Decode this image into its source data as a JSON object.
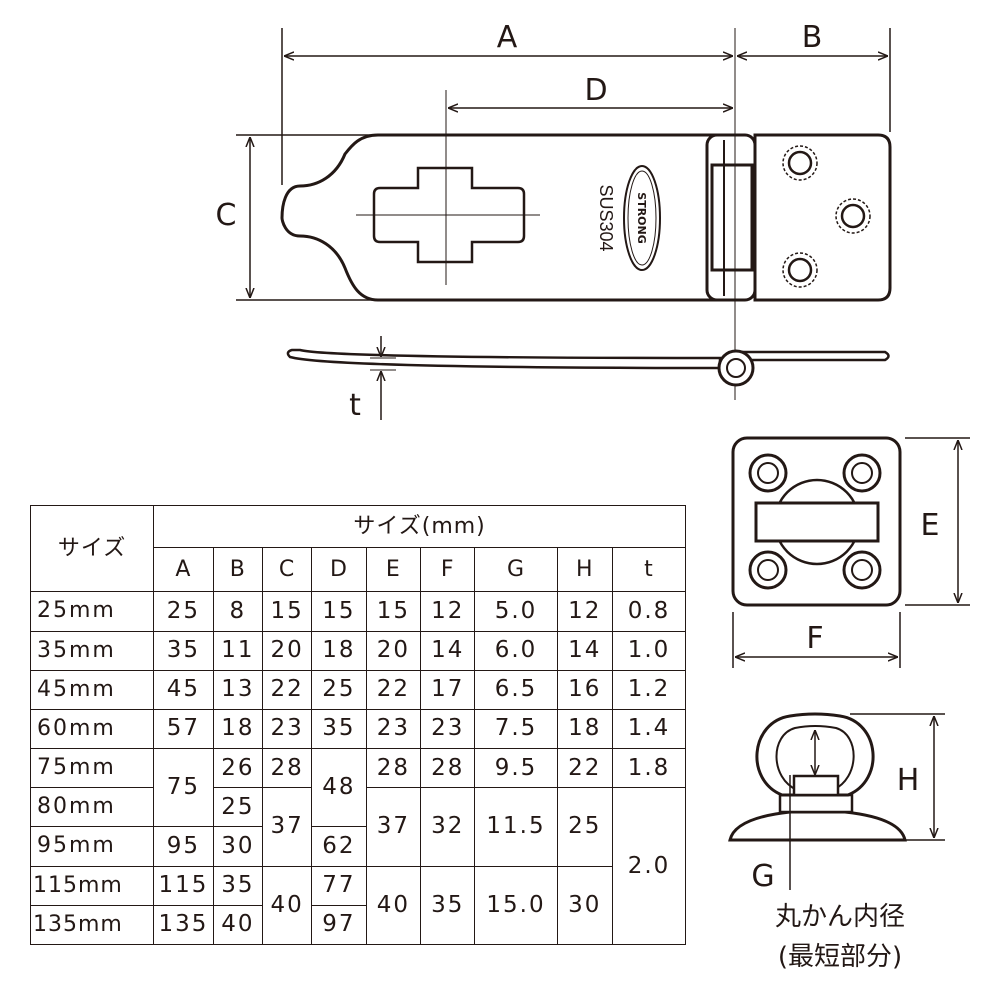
{
  "labels": {
    "A": "A",
    "B": "B",
    "C": "C",
    "D": "D",
    "E": "E",
    "F": "F",
    "G": "G",
    "H": "H",
    "t": "t"
  },
  "engraving": {
    "logo": "STRONG",
    "material": "SUS304"
  },
  "notes": {
    "line1": "丸かん内径",
    "line2": "(最短部分)"
  },
  "table": {
    "row_header": "サイズ",
    "group_header": "サイズ(mm)",
    "columns": [
      "A",
      "B",
      "C",
      "D",
      "E",
      "F",
      "G",
      "H",
      "t"
    ],
    "sizes": [
      "25mm",
      "35mm",
      "45mm",
      "60mm",
      "75mm",
      "80mm",
      "95mm",
      "115mm",
      "135mm"
    ],
    "r1": [
      "25",
      "8",
      "15",
      "15",
      "15",
      "12",
      "5.0",
      "12",
      "0.8"
    ],
    "r2": [
      "35",
      "11",
      "20",
      "18",
      "20",
      "14",
      "6.0",
      "14",
      "1.0"
    ],
    "r3": [
      "45",
      "13",
      "22",
      "25",
      "22",
      "17",
      "6.5",
      "16",
      "1.2"
    ],
    "r4": [
      "57",
      "18",
      "23",
      "35",
      "23",
      "23",
      "7.5",
      "18",
      "1.4"
    ],
    "r5": [
      "75",
      "26",
      "28",
      "48",
      "28",
      "28",
      "9.5",
      "22",
      "1.8"
    ],
    "r6": [
      "25"
    ],
    "r67": [
      "37",
      "37",
      "32",
      "11.5",
      "25"
    ],
    "r7": [
      "95",
      "30",
      "62"
    ],
    "r8": [
      "115",
      "35",
      "77"
    ],
    "r9": [
      "135",
      "40",
      "97"
    ],
    "r89": [
      "40",
      "40",
      "35",
      "15.0",
      "30"
    ],
    "t_big": "2.0"
  }
}
